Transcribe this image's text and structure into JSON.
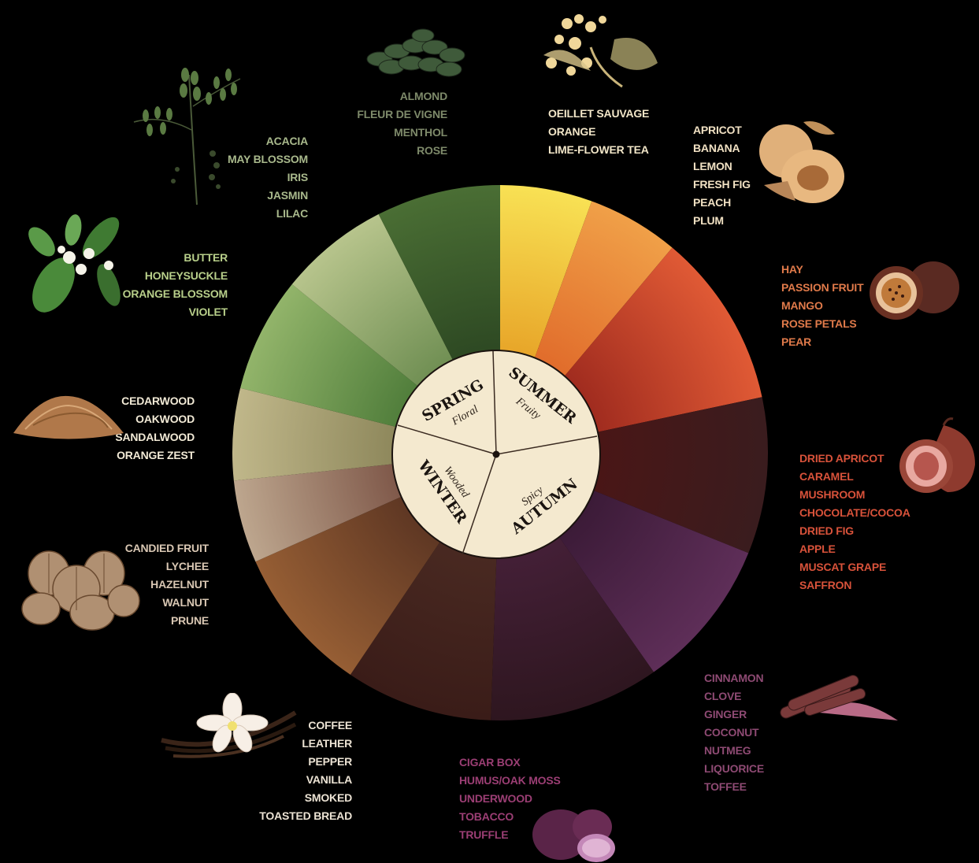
{
  "wheel": {
    "center_seasons": [
      {
        "name": "SPRING",
        "sub": "Floral"
      },
      {
        "name": "SUMMER",
        "sub": "Fruity"
      },
      {
        "name": "AUTUMN",
        "sub": "Spicy"
      },
      {
        "name": "WINTER",
        "sub": "Wooded"
      }
    ],
    "segment_colors": [
      "#f2d33c",
      "#e98a3a",
      "#d44a2a",
      "#3e1b1a",
      "#5c2a52",
      "#3c1c2c",
      "#3a1f1b",
      "#8a5430",
      "#b59486",
      "#9caf6b",
      "#8fb06a",
      "#b8c48a",
      "#3d5a2c"
    ]
  },
  "groups": [
    {
      "id": "almond",
      "color": "#7e8a6a",
      "items": [
        "ALMOND",
        "FLEUR DE VIGNE",
        "MENTHOL",
        "ROSE"
      ]
    },
    {
      "id": "oeillet",
      "color": "#f2e6c8",
      "items": [
        "OEILLET SAUVAGE",
        "ORANGE",
        "LIME-FLOWER TEA"
      ]
    },
    {
      "id": "apricot",
      "color": "#f1e1c3",
      "items": [
        "APRICOT",
        "BANANA",
        "LEMON",
        "FRESH FIG",
        "PEACH",
        "PLUM"
      ]
    },
    {
      "id": "hay",
      "color": "#e07a4a",
      "items": [
        "HAY",
        "PASSION FRUIT",
        "MANGO",
        "ROSE PETALS",
        "PEAR"
      ]
    },
    {
      "id": "dried",
      "color": "#d8523a",
      "items": [
        "DRIED APRICOT",
        "CARAMEL",
        "MUSHROOM",
        "CHOCOLATE/COCOA",
        "DRIED FIG",
        "APPLE",
        "MUSCAT GRAPE",
        "SAFFRON"
      ]
    },
    {
      "id": "cinnamon",
      "color": "#8e4a73",
      "items": [
        "CINNAMON",
        "CLOVE",
        "GINGER",
        "COCONUT",
        "NUTMEG",
        "LIQUORICE",
        "TOFFEE"
      ]
    },
    {
      "id": "cigar",
      "color": "#9b3e74",
      "items": [
        "CIGAR BOX",
        "HUMUS/OAK MOSS",
        "UNDERWOOD",
        "TOBACCO",
        "TRUFFLE"
      ]
    },
    {
      "id": "coffee",
      "color": "#ece3d4",
      "items": [
        "COFFEE",
        "LEATHER",
        "PEPPER",
        "VANILLA",
        "SMOKED",
        "TOASTED BREAD"
      ]
    },
    {
      "id": "candied",
      "color": "#d9c7b3",
      "items": [
        "CANDIED FRUIT",
        "LYCHEE",
        "HAZELNUT",
        "WALNUT",
        "PRUNE"
      ]
    },
    {
      "id": "cedar",
      "color": "#f2ead6",
      "items": [
        "CEDARWOOD",
        "OAKWOOD",
        "SANDALWOOD",
        "ORANGE ZEST"
      ]
    },
    {
      "id": "butter",
      "color": "#b8cf8a",
      "items": [
        "BUTTER",
        "HONEYSUCKLE",
        "ORANGE BLOSSOM",
        "VIOLET"
      ]
    },
    {
      "id": "acacia",
      "color": "#a9b98c",
      "items": [
        "ACACIA",
        "MAY BLOSSOM",
        "IRIS",
        "JASMIN",
        "LILAC"
      ]
    }
  ],
  "illustrations": [
    {
      "id": "almonds",
      "icon": "green-almonds-icon"
    },
    {
      "id": "lime-flower",
      "icon": "lime-flower-icon"
    },
    {
      "id": "apricot",
      "icon": "apricot-icon"
    },
    {
      "id": "passion-fruit",
      "icon": "passion-fruit-icon"
    },
    {
      "id": "fig",
      "icon": "fig-icon"
    },
    {
      "id": "cinnamon",
      "icon": "cinnamon-icon"
    },
    {
      "id": "truffle",
      "icon": "truffle-icon"
    },
    {
      "id": "vanilla",
      "icon": "vanilla-icon"
    },
    {
      "id": "walnuts",
      "icon": "walnut-icon"
    },
    {
      "id": "sawdust",
      "icon": "wood-shavings-icon"
    },
    {
      "id": "orange-blossom",
      "icon": "orange-blossom-icon"
    },
    {
      "id": "acacia",
      "icon": "acacia-branch-icon"
    }
  ]
}
